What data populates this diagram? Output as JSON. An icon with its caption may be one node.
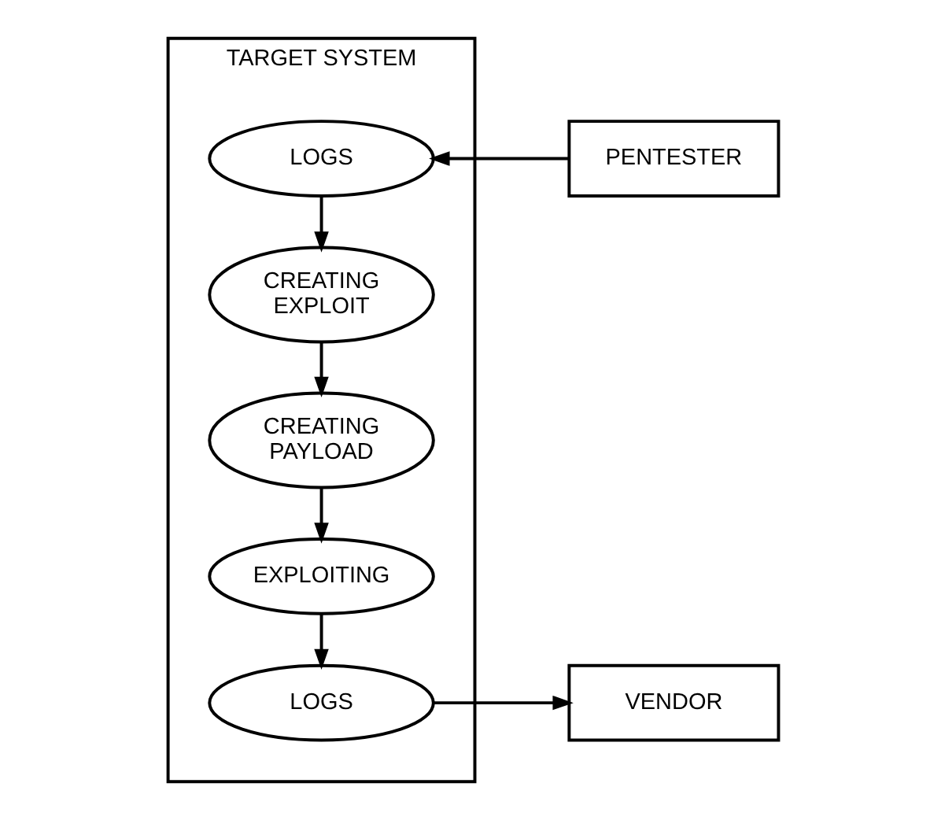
{
  "diagram": {
    "nodes": [
      {
        "text": [
          "TARGET SYSTEM"
        ]
      },
      {
        "text": [
          "PENTESTER"
        ]
      },
      {
        "text": [
          "LOGS"
        ],
        "in": 0
      },
      {
        "text": [
          "CREATING EXPLOIT"
        ],
        "in": 0
      },
      {
        "text": [
          "CREATING PAYLOAD"
        ],
        "in": 0
      },
      {
        "text": [
          "EXPLOITING"
        ],
        "in": 0
      },
      {
        "text": [
          "LOGS"
        ],
        "in": 0
      },
      {
        "text": [
          "VENDOR"
        ]
      }
    ],
    "edges": [
      {
        "from": 1,
        "to": 2,
        "arrow": "to"
      },
      {
        "from": 2,
        "to": 3,
        "arrow": "to"
      },
      {
        "from": 3,
        "to": 4,
        "arrow": "to"
      },
      {
        "from": 4,
        "to": 5,
        "arrow": "to"
      },
      {
        "from": 5,
        "to": 6,
        "arrow": "to"
      },
      {
        "from": 6,
        "to": 7,
        "arrow": "to"
      }
    ]
  }
}
